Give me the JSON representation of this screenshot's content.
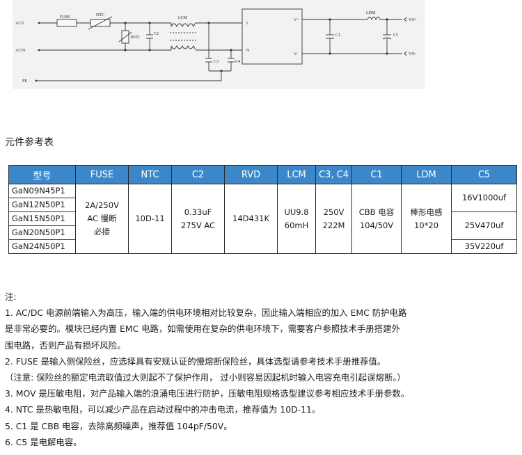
{
  "schematic": {
    "labels": {
      "acl": "AC/L",
      "acn": "AC/N",
      "pe": "PE",
      "fuse": "FUSE",
      "ntc": "NTC",
      "rvd": "RVD",
      "c2": "C2",
      "lcm": "LCM",
      "c3": "C3",
      "c4": "C4",
      "module_l": "L",
      "module_n": "N",
      "module_vplus": "V+",
      "module_vminus": "V-",
      "ldm": "LDM",
      "c1": "C1",
      "c5": "C5",
      "voplus": "VO+",
      "vominus": "VO-"
    }
  },
  "section_title": "元件参考表",
  "table": {
    "headers": [
      "型号",
      "FUSE",
      "NTC",
      "C2",
      "RVD",
      "LCM",
      "C3, C4",
      "C1",
      "LDM",
      "C5"
    ],
    "models": [
      "GaN09N45P1",
      "GaN12N50P1",
      "GaN15N50P1",
      "GaN20N50P1",
      "GaN24N50P1"
    ],
    "fuse": [
      "2A/250V",
      "AC 慢断",
      "必接"
    ],
    "ntc": [
      "10D-11"
    ],
    "c2": [
      "0.33uF",
      "275V AC"
    ],
    "rvd": [
      "14D431K"
    ],
    "lcm": [
      "UU9.8",
      "60mH"
    ],
    "c3c4": [
      "250V",
      "222M"
    ],
    "c1": [
      "CBB 电容",
      "104/50V"
    ],
    "ldm": [
      "棒形电感",
      "10*20"
    ],
    "c5": [
      "16V1000uf",
      "25V470uf",
      "35V220uf"
    ]
  },
  "notes": [
    "注:",
    "1. AC/DC 电源前端输入为高压，输入端的供电环境相对比较复杂，因此输入端相应的加入 EMC 防护电路",
    "是非常必要的。模块已经内置 EMC 电路，如需使用在复杂的供电环境下，需要客户参照技术手册搭建外",
    "围电路，否则产品有损坏风险。",
    "2. FUSE 是输入侧保险丝，应选择具有安规认证的慢熔断保险丝，具体选型请参考技术手册推荐值。",
    "（注意: 保险丝的额定电流取值过大则起不了保护作用， 过小则容易因起机时输入电容充电引起误熔断。）",
    "3. MOV  是压敏电阻，对产品输入端的浪涌电压进行防护，压敏电阻规格选型建议参考相应技术手册参数。",
    "4. NTC  是热敏电阻，可以减少产品在启动过程中的冲击电流，推荐值为  10D-11。",
    "5. C1  是 CBB 电容，去除高频噪声，推荐值  104pF/50V。",
    "6. C5  是电解电容。"
  ]
}
